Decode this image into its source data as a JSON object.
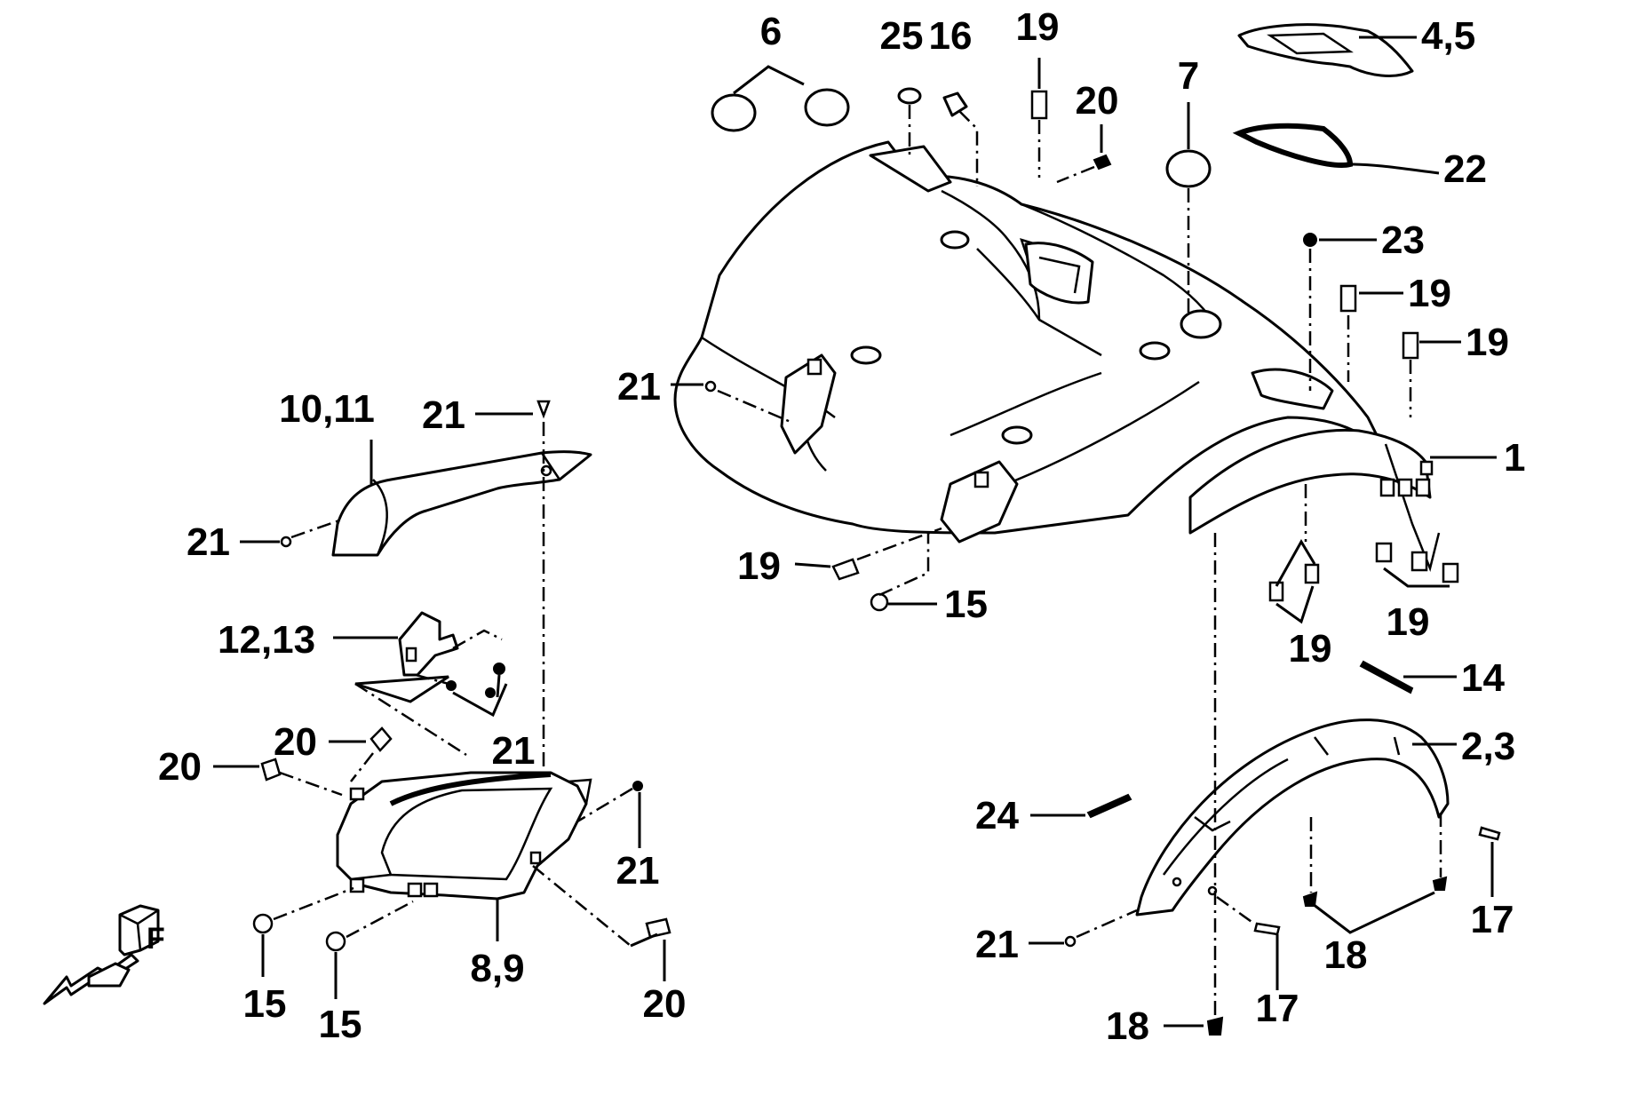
{
  "callouts": {
    "c6": "6",
    "c25": "25",
    "c16": "16",
    "c19_top": "19",
    "c20_top": "20",
    "c7": "7",
    "c4_5": "4,5",
    "c22": "22",
    "c23": "23",
    "c19_r1": "19",
    "c19_r2": "19",
    "c1": "1",
    "c21_main": "21",
    "c10_11": "10,11",
    "c21_guard_top": "21",
    "c21_guard_left": "21",
    "c19_tab": "19",
    "c15_main": "15",
    "c19_bl": "19",
    "c19_br": "19",
    "c14": "14",
    "c12_13": "12,13",
    "c21_bracket": "21",
    "c20_l1": "20",
    "c20_l2": "20",
    "c21_grille": "21",
    "c15_l1": "15",
    "c15_l2": "15",
    "c8_9": "8,9",
    "c20_bottom": "20",
    "c2_3": "2,3",
    "c24": "24",
    "c17_r": "17",
    "c18_mid": "18",
    "c21_fender": "21",
    "c17_mid": "17",
    "c18_bottom": "18"
  },
  "front_marker": "F"
}
